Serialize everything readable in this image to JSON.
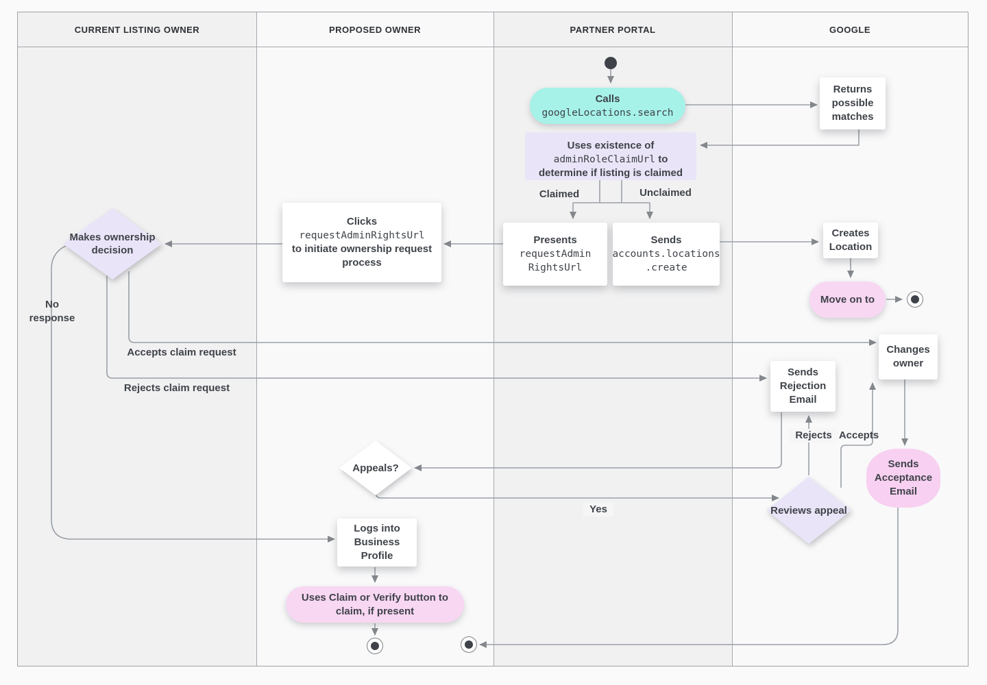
{
  "header": {
    "lanes": [
      "CURRENT LISTING OWNER",
      "PROPOSED OWNER",
      "PARTNER PORTAL",
      "GOOGLE"
    ]
  },
  "nodes": {
    "calls": {
      "label": "Calls",
      "code": "googleLocations.search"
    },
    "returns_matches": {
      "label": "Returns possible matches"
    },
    "uses_existence": {
      "label": "Uses existence of",
      "code": "adminRoleClaimUrl",
      "suffix": "to determine if listing is claimed"
    },
    "presents": {
      "label": "Presents",
      "code1": "requestAdmin",
      "code2": "RightsUrl"
    },
    "sends_create": {
      "label": "Sends",
      "code1": "accounts.locations",
      "code2": ".create"
    },
    "clicks": {
      "label": "Clicks",
      "code": "requestAdminRightsUrl",
      "suffix": "to initiate ownership request process"
    },
    "makes_decision": {
      "label": "Makes ownership decision"
    },
    "creates_location": {
      "label": "Creates Location"
    },
    "move_on": {
      "label": "Move on to"
    },
    "changes_owner": {
      "label": "Changes owner"
    },
    "sends_rejection": {
      "label": "Sends Rejection Email"
    },
    "appeals": {
      "label": "Appeals?"
    },
    "reviews_appeal": {
      "label": "Reviews appeal"
    },
    "sends_acceptance": {
      "label": "Sends Acceptance Email"
    },
    "logs_in": {
      "label": "Logs into Business Profile"
    },
    "uses_claim": {
      "label": "Uses Claim or Verify button to claim, if present"
    }
  },
  "edge_labels": {
    "claimed": "Claimed",
    "unclaimed": "Unclaimed",
    "no_response": "No response",
    "accepts_claim": "Accepts claim request",
    "rejects_claim": "Rejects claim request",
    "rejects": "Rejects",
    "accepts": "Accepts",
    "yes": "Yes"
  },
  "colors": {
    "teal_pill": "#a6f2e9",
    "lavender": "#e9e4f7",
    "pink": "#f8d7f3",
    "node_text": "#3f4349",
    "connector": "#9aa0a6",
    "lane_dark": "#f1f1f2",
    "lane_light": "#f9f9fa"
  }
}
